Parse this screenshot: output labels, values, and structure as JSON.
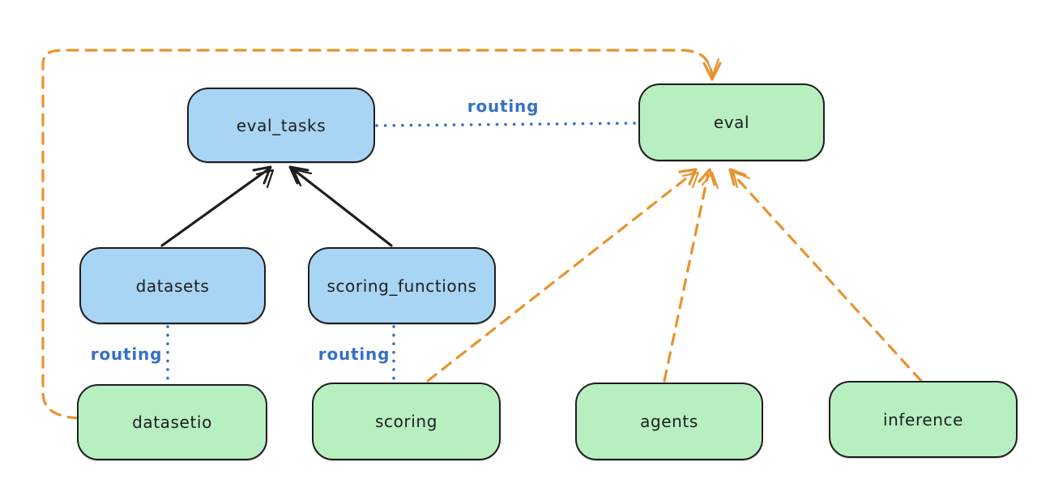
{
  "diagram": {
    "type": "flow-diagram",
    "nodes": {
      "eval_tasks": {
        "label": "eval_tasks",
        "color": "blue"
      },
      "eval": {
        "label": "eval",
        "color": "green"
      },
      "datasets": {
        "label": "datasets",
        "color": "blue"
      },
      "scoring_functions": {
        "label": "scoring_functions",
        "color": "blue"
      },
      "datasetio": {
        "label": "datasetio",
        "color": "green"
      },
      "scoring": {
        "label": "scoring",
        "color": "green"
      },
      "agents": {
        "label": "agents",
        "color": "green"
      },
      "inference": {
        "label": "inference",
        "color": "green"
      }
    },
    "edge_labels": {
      "eval_tasks_to_eval": "routing",
      "datasets_to_datasetio": "routing",
      "scoring_functions_to_scoring": "routing"
    },
    "edges": [
      {
        "from": "datasets",
        "to": "eval_tasks",
        "style": "solid",
        "color": "black",
        "arrowhead": true
      },
      {
        "from": "scoring_functions",
        "to": "eval_tasks",
        "style": "solid",
        "color": "black",
        "arrowhead": true
      },
      {
        "from": "eval_tasks",
        "to": "eval",
        "style": "dotted",
        "color": "blue",
        "arrowhead": false,
        "label": "routing"
      },
      {
        "from": "datasets",
        "to": "datasetio",
        "style": "dotted",
        "color": "blue",
        "arrowhead": false,
        "label": "routing"
      },
      {
        "from": "scoring_functions",
        "to": "scoring",
        "style": "dotted",
        "color": "blue",
        "arrowhead": false,
        "label": "routing"
      },
      {
        "from": "datasetio",
        "to": "eval",
        "style": "dashed",
        "color": "orange",
        "arrowhead": true,
        "route": "around-left-and-top"
      },
      {
        "from": "scoring",
        "to": "eval",
        "style": "dashed",
        "color": "orange",
        "arrowhead": true
      },
      {
        "from": "agents",
        "to": "eval",
        "style": "dashed",
        "color": "orange",
        "arrowhead": true
      },
      {
        "from": "inference",
        "to": "eval",
        "style": "dashed",
        "color": "orange",
        "arrowhead": true
      }
    ],
    "colors": {
      "background": "#ffffff",
      "node_stroke": "#1e1e1e",
      "blue_fill": "#a9d5f5",
      "green_fill": "#b7efc1",
      "orange_line": "#e8932f",
      "blue_line": "#3572c6"
    }
  }
}
